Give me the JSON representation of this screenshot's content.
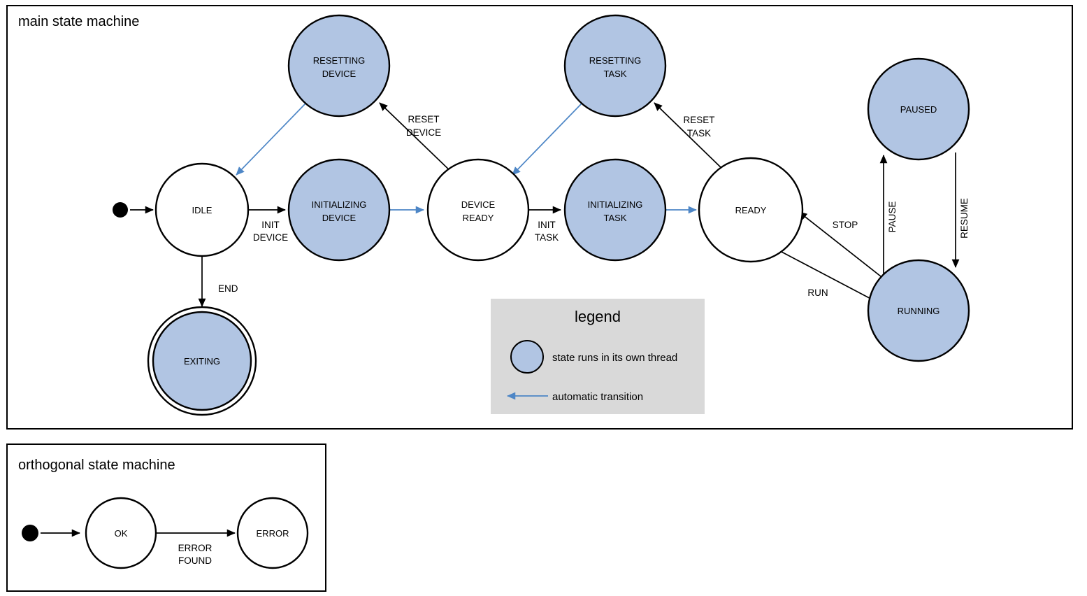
{
  "diagram": {
    "colors": {
      "thread_state_fill": "#b1c5e3",
      "plain_state_fill": "#ffffff",
      "auto_transition": "#4d86c6",
      "legend_background": "#d9d9d9",
      "stroke": "#000000"
    }
  },
  "main": {
    "title": "main state machine",
    "states": [
      {
        "id": "idle",
        "label_line1": "IDLE",
        "label_line2": ""
      },
      {
        "id": "resetting-device",
        "label_line1": "RESETTING",
        "label_line2": "DEVICE"
      },
      {
        "id": "initializing-device",
        "label_line1": "INITIALIZING",
        "label_line2": "DEVICE"
      },
      {
        "id": "device-ready",
        "label_line1": "DEVICE",
        "label_line2": "READY"
      },
      {
        "id": "initializing-task",
        "label_line1": "INITIALIZING",
        "label_line2": "TASK"
      },
      {
        "id": "resetting-task",
        "label_line1": "RESETTING",
        "label_line2": "TASK"
      },
      {
        "id": "ready",
        "label_line1": "READY",
        "label_line2": ""
      },
      {
        "id": "paused",
        "label_line1": "PAUSED",
        "label_line2": ""
      },
      {
        "id": "running",
        "label_line1": "RUNNING",
        "label_line2": ""
      },
      {
        "id": "exiting",
        "label_line1": "EXITING",
        "label_line2": ""
      }
    ],
    "transitions": [
      {
        "id": "init-device",
        "label_line1": "INIT",
        "label_line2": "DEVICE"
      },
      {
        "id": "end",
        "label_line1": "END",
        "label_line2": ""
      },
      {
        "id": "reset-device",
        "label_line1": "RESET",
        "label_line2": "DEVICE"
      },
      {
        "id": "init-task",
        "label_line1": "INIT",
        "label_line2": "TASK"
      },
      {
        "id": "reset-task",
        "label_line1": "RESET",
        "label_line2": "TASK"
      },
      {
        "id": "stop",
        "label_line1": "STOP",
        "label_line2": ""
      },
      {
        "id": "run",
        "label_line1": "RUN",
        "label_line2": ""
      },
      {
        "id": "pause",
        "label_line1": "PAUSE",
        "label_line2": ""
      },
      {
        "id": "resume",
        "label_line1": "RESUME",
        "label_line2": ""
      }
    ]
  },
  "legend": {
    "title": "legend",
    "items": [
      {
        "id": "thread-state",
        "text": "state runs in its own thread"
      },
      {
        "id": "automatic-transition",
        "text": "automatic transition"
      }
    ]
  },
  "orthogonal": {
    "title": "orthogonal state machine",
    "states": [
      {
        "id": "ok",
        "label_line1": "OK",
        "label_line2": ""
      },
      {
        "id": "error",
        "label_line1": "ERROR",
        "label_line2": ""
      }
    ],
    "transitions": [
      {
        "id": "error-found",
        "label_line1": "ERROR",
        "label_line2": "FOUND"
      }
    ]
  }
}
